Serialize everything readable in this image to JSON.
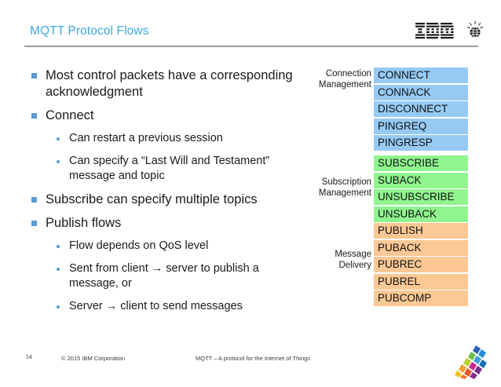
{
  "slide": {
    "title": "MQTT Protocol Flows",
    "title_color": "#3ba7e0",
    "rule_color": "#9d9d9d",
    "background": "#ffffff"
  },
  "brand": {
    "logo_text": "IBM",
    "logo_mark": "globe-icon"
  },
  "bullets": [
    {
      "level": 1,
      "text": "Most control packets have a corresponding acknowledgment"
    },
    {
      "level": 1,
      "text": "Connect"
    },
    {
      "level": 2,
      "text": "Can restart a previous session"
    },
    {
      "level": 2,
      "text": "Can specify a “Last Will and Testament” message and topic"
    },
    {
      "level": 1,
      "text": "Subscribe can specify multiple topics"
    },
    {
      "level": 1,
      "text": "Publish flows"
    },
    {
      "level": 2,
      "text": "Flow depends on QoS level"
    },
    {
      "level": 2,
      "text": "Sent from client → server to publish a message, or"
    },
    {
      "level": 2,
      "text": "Server → client to send messages"
    }
  ],
  "packet_groups": [
    {
      "label": "Connection Management",
      "color": "#96caf5",
      "packets": [
        "CONNECT",
        "CONNACK",
        "DISCONNECT",
        "PINGREQ",
        "PINGRESP"
      ]
    },
    {
      "label": "Subscription Management",
      "color": "#90f58f",
      "packets": [
        "SUBSCRIBE",
        "SUBACK",
        "UNSUBSCRIBE",
        "UNSUBACK"
      ]
    },
    {
      "label": "Message Delivery",
      "color": "#fcc894",
      "packets": [
        "PUBLISH",
        "PUBACK",
        "PUBREC",
        "PUBREL",
        "PUBCOMP"
      ]
    }
  ],
  "footer": {
    "page_number": "14",
    "copyright": "© 2015 IBM Corporation",
    "subject": "MQTT – A protocol for the Internet of Things"
  }
}
